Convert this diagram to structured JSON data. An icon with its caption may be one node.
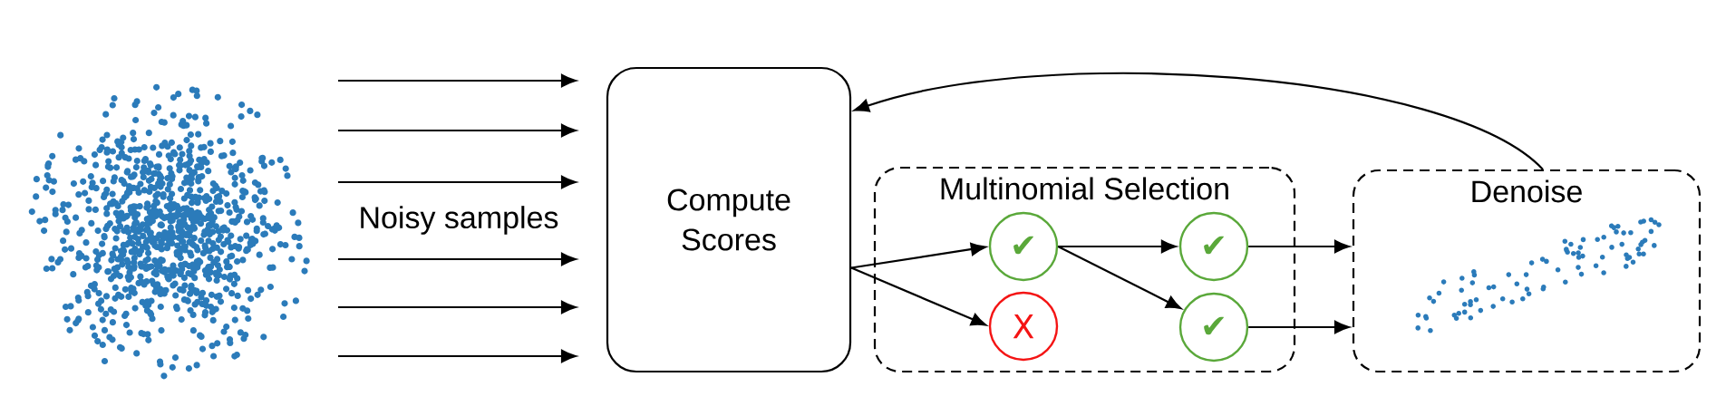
{
  "diagram": {
    "nodes": [
      {
        "text": [
          "Compute Scores"
        ]
      },
      {
        "text": [
          "Multinomial Selection"
        ]
      },
      {
        "text": [
          "✔"
        ],
        "in": 1
      },
      {
        "text": [
          "X"
        ],
        "in": 1
      },
      {
        "text": [
          "✔"
        ],
        "in": 1
      },
      {
        "text": [
          "✔"
        ],
        "in": 1
      },
      {
        "text": [
          "Denoise"
        ]
      }
    ],
    "edges": [
      {
        "from": null,
        "to": 0,
        "arrow": "to"
      },
      {
        "from": null,
        "to": 0,
        "arrow": "to"
      },
      {
        "from": null,
        "to": 0,
        "arrow": "to"
      },
      {
        "from": null,
        "to": 0,
        "arrow": "to"
      },
      {
        "from": null,
        "to": 0,
        "arrow": "to"
      },
      {
        "from": null,
        "to": 0,
        "arrow": "to"
      },
      {
        "from": 0,
        "to": 2,
        "arrow": "to"
      },
      {
        "from": 0,
        "to": 3,
        "arrow": "to"
      },
      {
        "from": 2,
        "to": 4,
        "arrow": "to"
      },
      {
        "from": 2,
        "to": 5,
        "arrow": "to"
      },
      {
        "from": 4,
        "to": 6,
        "arrow": "to"
      },
      {
        "from": 5,
        "to": 6,
        "arrow": "to"
      },
      {
        "from": 6,
        "to": 0,
        "arrow": "to"
      }
    ],
    "labels": [
      "Noisy samples"
    ]
  }
}
